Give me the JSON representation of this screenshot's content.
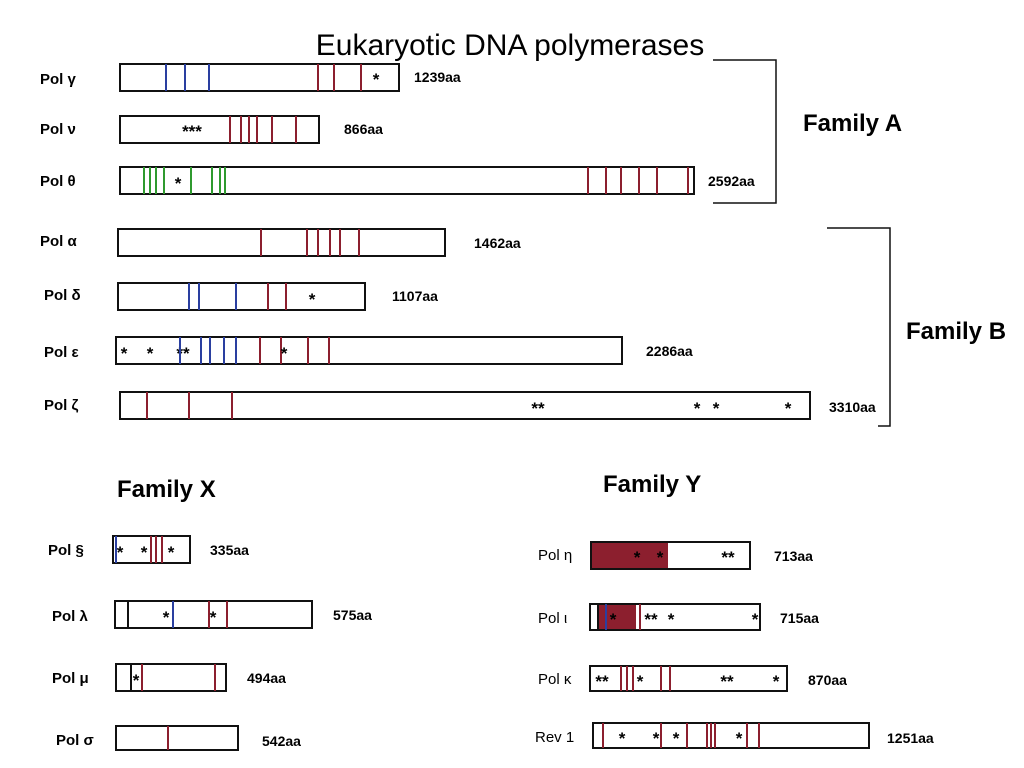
{
  "title": "Eukaryotic DNA polymerases",
  "colors": {
    "red": "#8c1f2e",
    "blue": "#2a3fa0",
    "green": "#2f9a2f",
    "fill": "#8c1f2e"
  },
  "families": [
    {
      "id": "a",
      "label": "Family A"
    },
    {
      "id": "b",
      "label": "Family B"
    },
    {
      "id": "x",
      "label": "Family X"
    },
    {
      "id": "y",
      "label": "Family Y"
    }
  ],
  "polymerases": [
    {
      "id": "gamma",
      "family": "A",
      "label": "Pol γ",
      "length": "1239aa",
      "stars": "*"
    },
    {
      "id": "nu",
      "family": "A",
      "label": "Pol ν",
      "length": "866aa",
      "stars": "***"
    },
    {
      "id": "theta",
      "family": "A",
      "label": "Pol θ",
      "length": "2592aa",
      "stars": "*"
    },
    {
      "id": "alpha",
      "family": "B",
      "label": "Pol α",
      "length": "1462aa",
      "stars": ""
    },
    {
      "id": "delta",
      "family": "B",
      "label": "Pol δ",
      "length": "1107aa",
      "stars": "*"
    },
    {
      "id": "epsilon",
      "family": "B",
      "label": "Pol ε",
      "length": "2286aa",
      "stars": "* * ** *"
    },
    {
      "id": "zeta",
      "family": "B",
      "label": "Pol ζ",
      "length": "3310aa",
      "stars": "** * * *"
    },
    {
      "id": "beta",
      "family": "X",
      "label": "Pol §",
      "length": "335aa",
      "stars": "* * *"
    },
    {
      "id": "lambda",
      "family": "X",
      "label": "Pol λ",
      "length": "575aa",
      "stars": "* *"
    },
    {
      "id": "mu",
      "family": "X",
      "label": "Pol μ",
      "length": "494aa",
      "stars": "*"
    },
    {
      "id": "sigma",
      "family": "X",
      "label": "Pol σ",
      "length": "542aa",
      "stars": ""
    },
    {
      "id": "eta",
      "family": "Y",
      "label": "Pol η",
      "length": "713aa",
      "stars": "* * **"
    },
    {
      "id": "iota",
      "family": "Y",
      "label": "Pol ι",
      "length": "715aa",
      "stars": "* ** * *"
    },
    {
      "id": "kappa",
      "family": "Y",
      "label": "Pol κ",
      "length": "870aa",
      "stars": "** * ** *"
    },
    {
      "id": "rev1",
      "family": "Y",
      "label": "Rev 1",
      "length": "1251aa",
      "stars": "* * * *"
    }
  ]
}
